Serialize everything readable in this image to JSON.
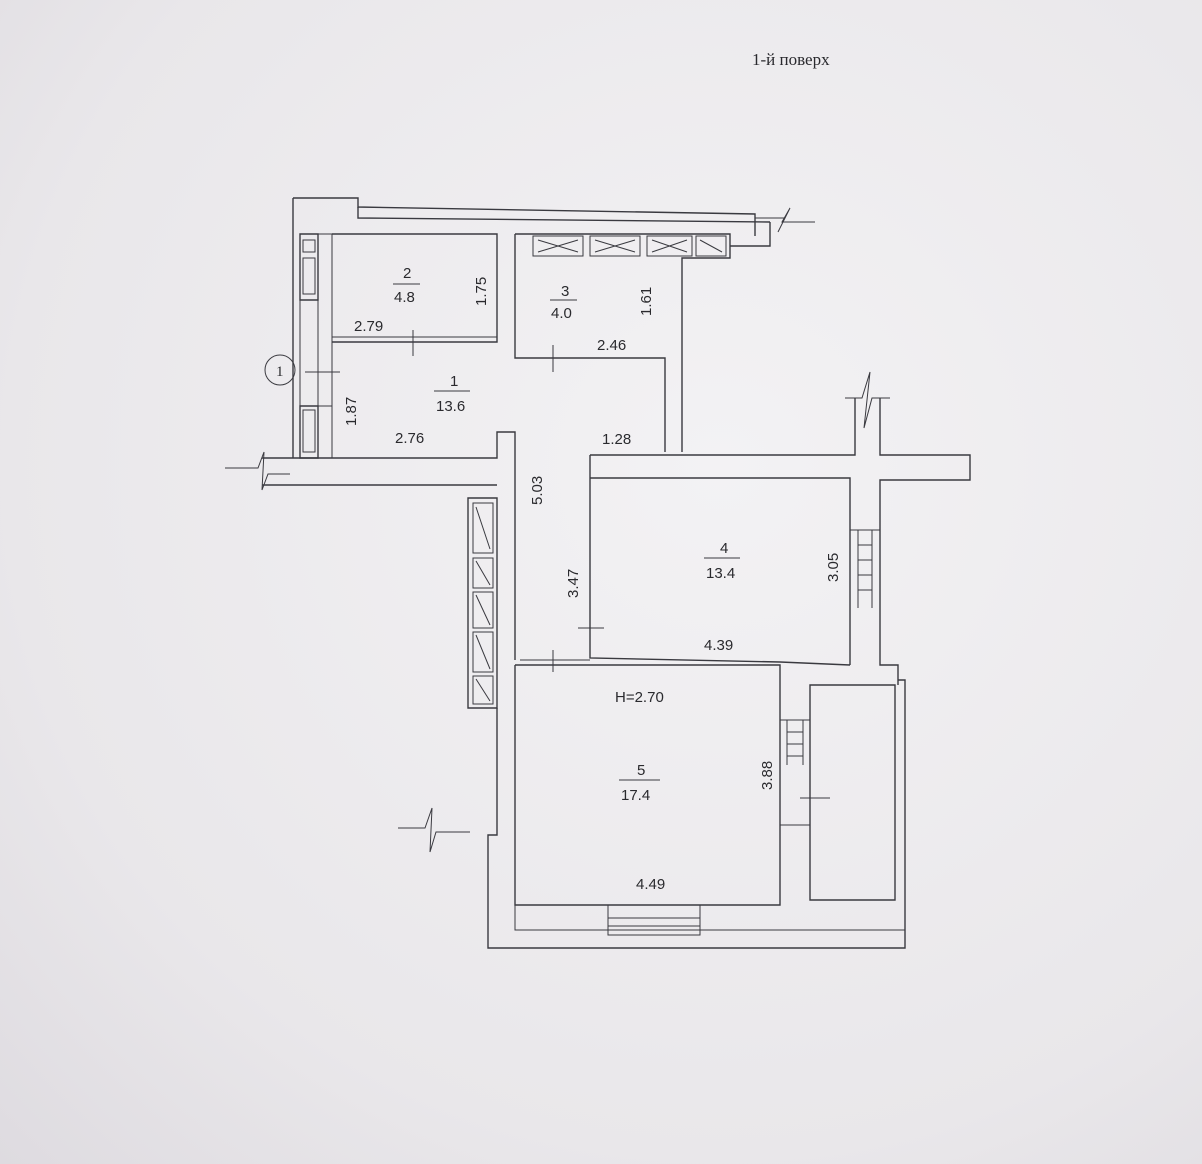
{
  "floor_label": "1-й поверх",
  "axis_marker": "1",
  "ceiling_height": "H=2.70",
  "rooms": [
    {
      "number": "1",
      "area": "13.6"
    },
    {
      "number": "2",
      "area": "4.8"
    },
    {
      "number": "3",
      "area": "4.0"
    },
    {
      "number": "4",
      "area": "13.4"
    },
    {
      "number": "5",
      "area": "17.4"
    }
  ],
  "dimensions": {
    "r2_height": "1.75",
    "r2_width": "2.79",
    "r3_height": "1.61",
    "r3_width": "2.46",
    "r1_height": "1.87",
    "r1_width": "2.76",
    "corridor_width": "1.28",
    "corridor_length": "5.03",
    "hall_length": "3.47",
    "r4_height": "3.05",
    "r4_width": "4.39",
    "r5_height": "3.88",
    "r5_width": "4.49"
  }
}
